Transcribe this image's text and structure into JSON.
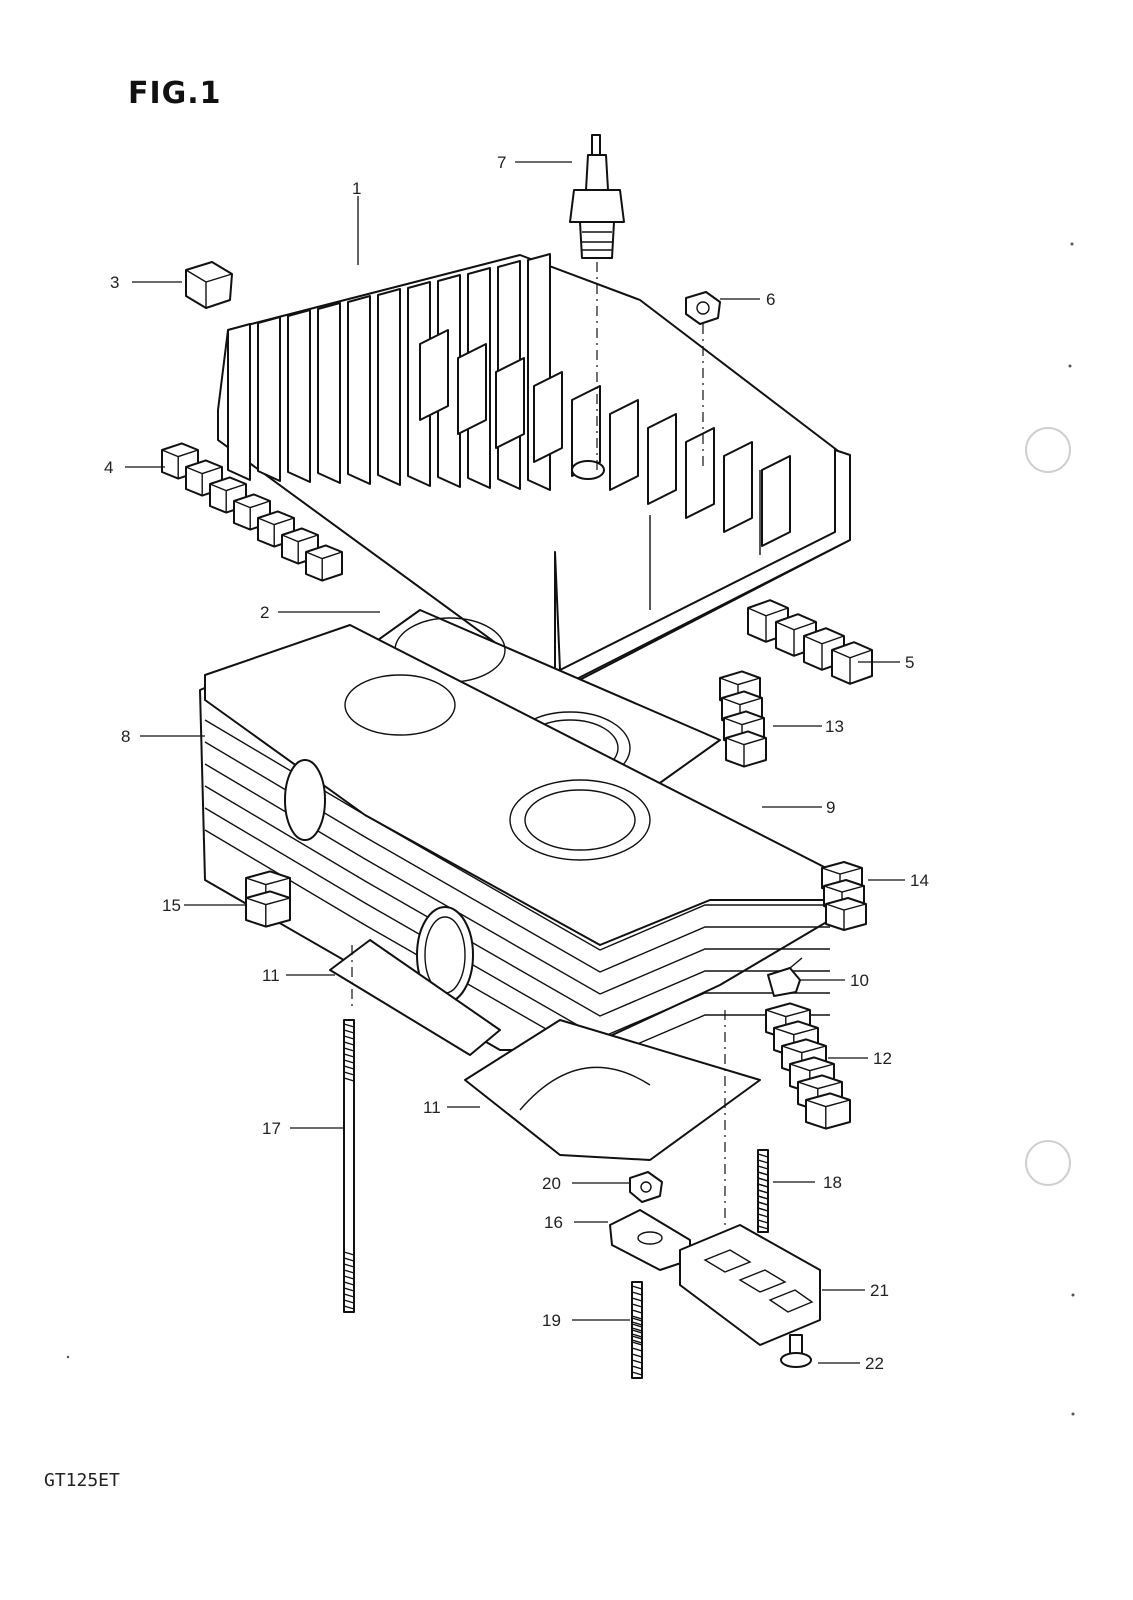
{
  "figure": {
    "title": "FIG.1",
    "model": "GT125ET"
  },
  "callouts": [
    "1",
    "2",
    "3",
    "4",
    "5",
    "6",
    "7",
    "8",
    "9",
    "10",
    "11",
    "12",
    "13",
    "14",
    "15",
    "16",
    "17",
    "18",
    "19",
    "20",
    "21",
    "22",
    "11"
  ]
}
